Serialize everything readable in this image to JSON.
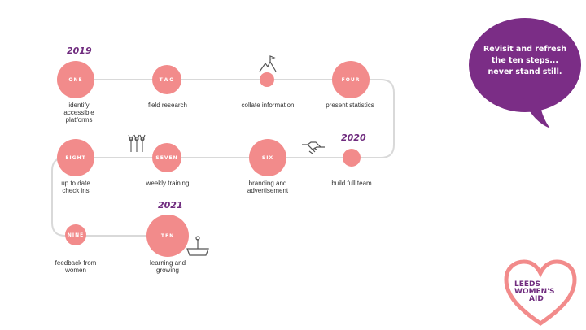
{
  "years": {
    "y2019": "2019",
    "y2020": "2020",
    "y2021": "2021"
  },
  "steps": [
    {
      "number": "ONE",
      "label": "identify\naccessible\nplatforms"
    },
    {
      "number": "TWO",
      "label": "field research"
    },
    {
      "number": "",
      "label": "collate information"
    },
    {
      "number": "FOUR",
      "label": "present statistics"
    },
    {
      "number": "",
      "label": "build full team"
    },
    {
      "number": "SIX",
      "label": "branding and\nadvertisement"
    },
    {
      "number": "SEVEN",
      "label": "weekly training"
    },
    {
      "number": "EIGHT",
      "label": "up to date\ncheck ins"
    },
    {
      "number": "NINE",
      "label": "feedback from\nwomen"
    },
    {
      "number": "TEN",
      "label": "learning and\ngrowing"
    }
  ],
  "bubble": {
    "text": "Revisit and refresh\nthe ten steps...\nnever stand still."
  },
  "logo": {
    "line1": "LEEDS",
    "line2": "WOMEN'S",
    "line3": "AID"
  },
  "colors": {
    "node": "#f28b8b",
    "purple": "#7b2d86",
    "path": "#d9d9d9",
    "logo_pink": "#f28b8b"
  }
}
